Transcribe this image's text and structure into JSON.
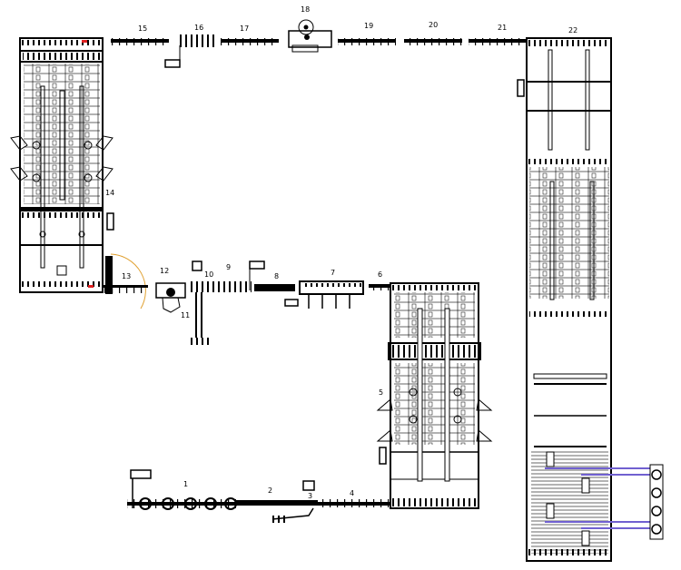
{
  "drawing": {
    "type": "production line layout",
    "stations": {
      "s1": "1",
      "s2": "2",
      "s3": "3",
      "s4": "4",
      "s5": "5",
      "s6": "6",
      "s7": "7",
      "s8": "8",
      "s9": "9",
      "s10": "10",
      "s11": "11",
      "s12": "12",
      "s13": "13",
      "s14": "14",
      "s15": "15",
      "s16": "16",
      "s17": "17",
      "s18": "18",
      "s19": "19",
      "s20": "20",
      "s21": "21",
      "s22": "22"
    },
    "colors": {
      "lines": "#000000",
      "accent_arc": "#e0a030",
      "marker": "#e02020",
      "connectors": "#7060d0"
    }
  }
}
